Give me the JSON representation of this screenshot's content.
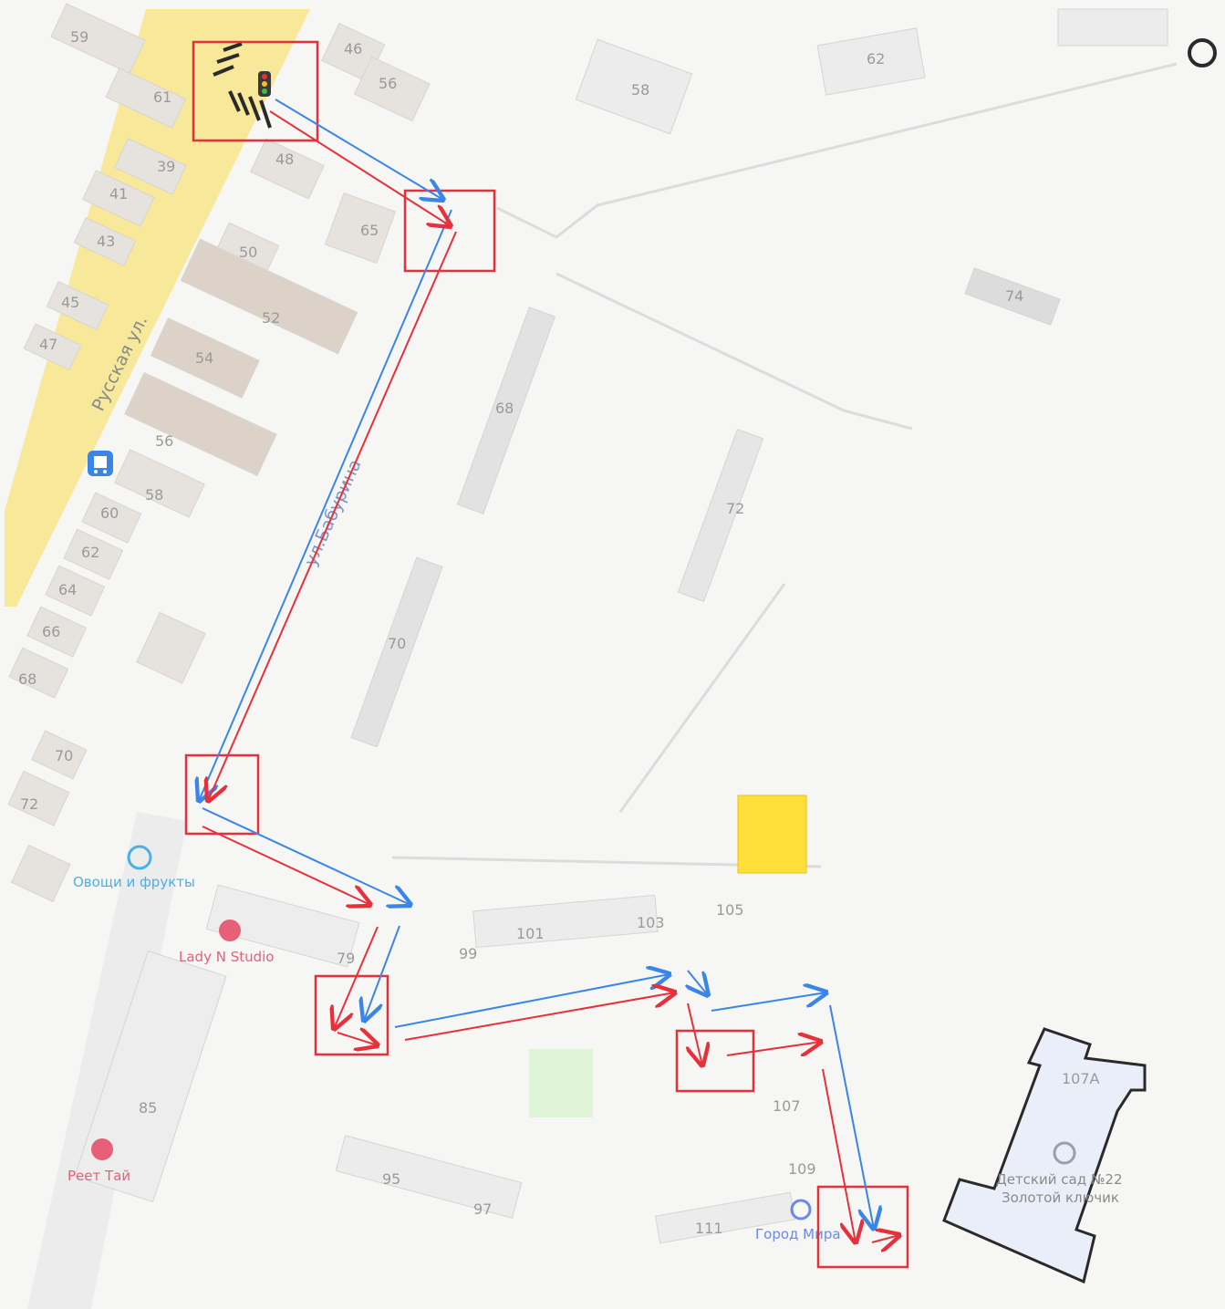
{
  "streets": {
    "russkaya": "Русская ул.",
    "baburina": "ул.Бабурина"
  },
  "house_numbers": [
    "59",
    "61",
    "39",
    "41",
    "43",
    "45",
    "47",
    "46",
    "56",
    "48",
    "65",
    "50",
    "52",
    "54",
    "56",
    "58",
    "60",
    "62",
    "64",
    "66",
    "68",
    "70",
    "72",
    "58",
    "62",
    "74",
    "68",
    "72",
    "70",
    "79",
    "99",
    "101",
    "103",
    "105",
    "107",
    "109",
    "111",
    "85",
    "95",
    "97",
    "107А"
  ],
  "pois": {
    "vegetables": "Овощи и фрукты",
    "lady_n": "Lady N Studio",
    "reet": "Реет Тай",
    "gorod_mira": "Город Мира",
    "kindergarten_line1": "Детский сад №22",
    "kindergarten_line2": "Золотой ключик"
  },
  "colors": {
    "red_route": "#e8303a",
    "blue_route": "#3a86e8",
    "highlight_box": "#e8303a",
    "target_marker": "#ffe03a",
    "main_road": "#f7e89a"
  },
  "icons": [
    "traffic-light-icon",
    "pedestrian-crossing-icon",
    "bus-stop-icon",
    "shop-icon",
    "beauty-icon",
    "kindergarten-icon",
    "playground-icon"
  ]
}
